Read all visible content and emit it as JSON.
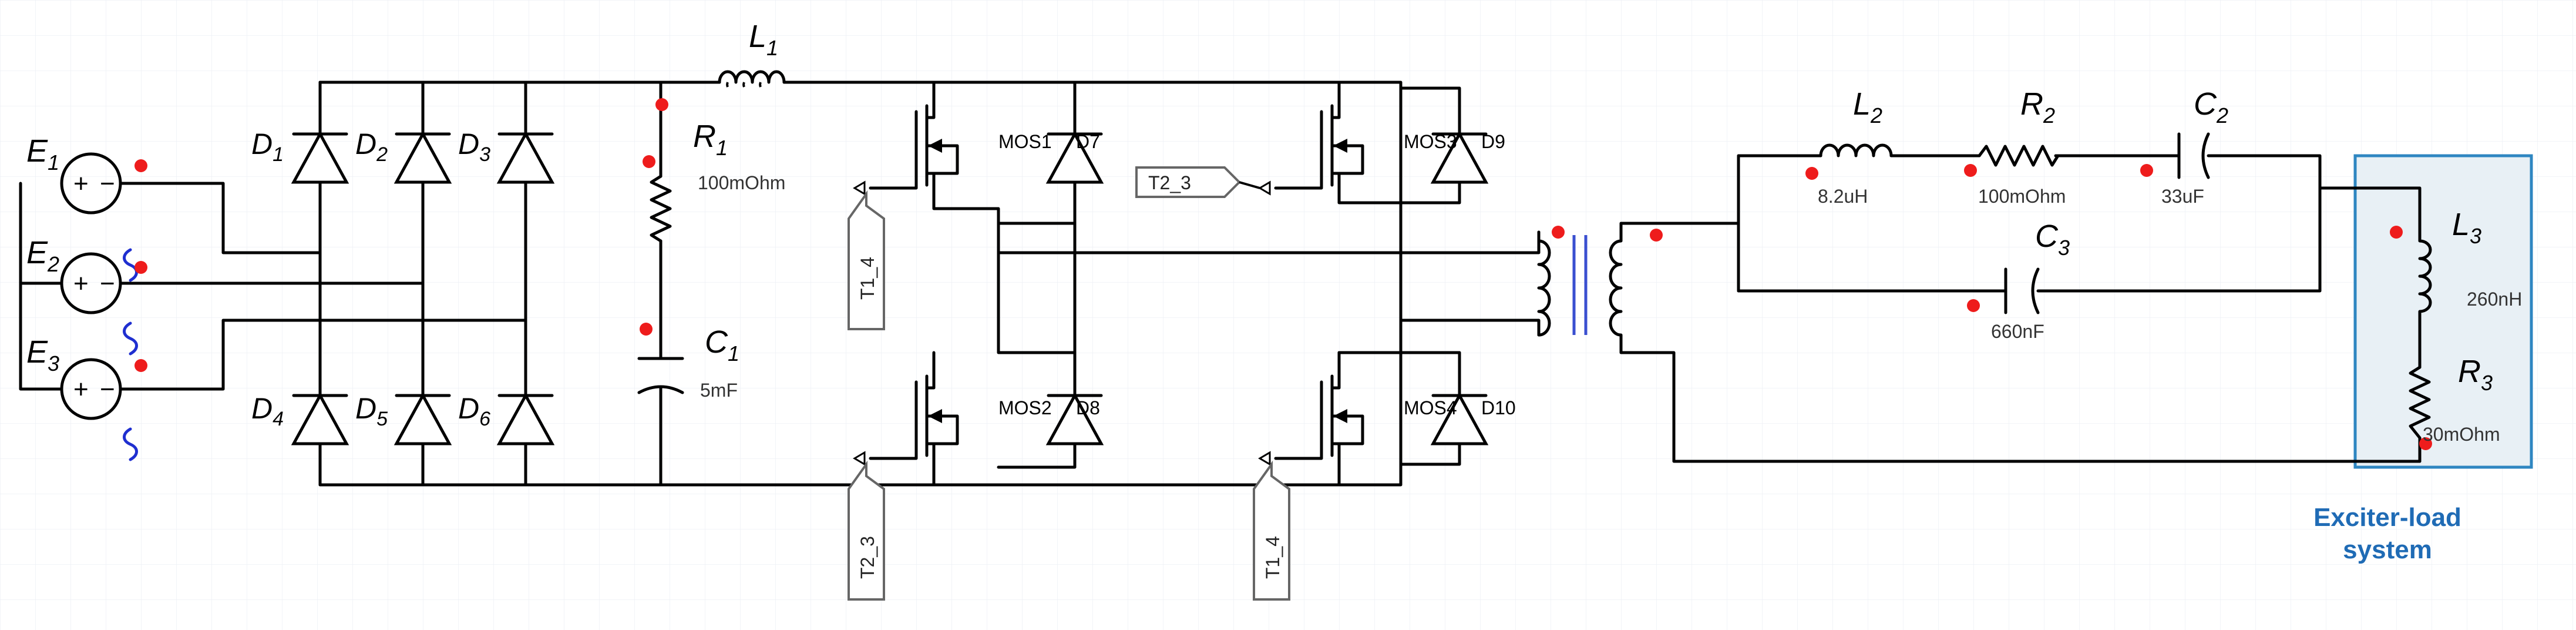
{
  "sources": {
    "e1": "E",
    "e1_sub": "1",
    "e2": "E",
    "e2_sub": "2",
    "e3": "E",
    "e3_sub": "3"
  },
  "diodes": {
    "d1": "D",
    "d1_sub": "1",
    "d2": "D",
    "d2_sub": "2",
    "d3": "D",
    "d3_sub": "3",
    "d4": "D",
    "d4_sub": "4",
    "d5": "D",
    "d5_sub": "5",
    "d6": "D",
    "d6_sub": "6",
    "d7": "D7",
    "d8": "D8",
    "d9": "D9",
    "d10": "D10"
  },
  "mosfets": {
    "mos1": "MOS1",
    "mos2": "MOS2",
    "mos3": "MOS3",
    "mos4": "MOS4"
  },
  "gate_tags": {
    "t1_4_left": "T1_4",
    "t2_3_top": "T2_3",
    "t2_3_bottom": "T2_3",
    "t1_4_bottom": "T1_4"
  },
  "components": {
    "l1": "L",
    "l1_sub": "1",
    "r1": "R",
    "r1_sub": "1",
    "r1_value": "100mOhm",
    "c1": "C",
    "c1_sub": "1",
    "c1_value": "5mF",
    "l2": "L",
    "l2_sub": "2",
    "l2_value": "8.2uH",
    "r2": "R",
    "r2_sub": "2",
    "r2_value": "100mOhm",
    "c2": "C",
    "c2_sub": "2",
    "c2_value": "33uF",
    "c3": "C",
    "c3_sub": "3",
    "c3_value": "660nF",
    "l3": "L",
    "l3_sub": "3",
    "l3_value": "260nH",
    "r3": "R",
    "r3_sub": "3",
    "r3_value": "30mOhm"
  },
  "exciter_box": {
    "line1": "Exciter-load",
    "line2": "system"
  },
  "colors": {
    "wire": "#000000",
    "marker": "#ee1c1c",
    "ac_symbol": "#1f2fd0",
    "box_fill": "#e8f0f5",
    "box_border": "#2e86c1",
    "system_text": "#1f6bb5"
  }
}
